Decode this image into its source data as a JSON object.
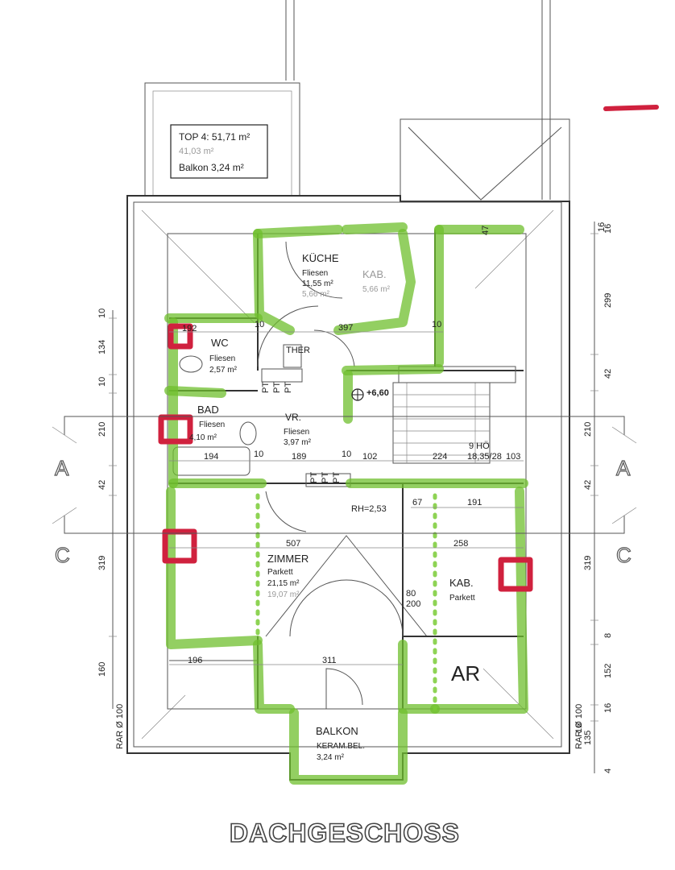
{
  "info_box": {
    "line1": "TOP 4: 51,71 m²",
    "line2": "41,03 m²",
    "line3": "Balkon 3,24 m²"
  },
  "rooms": {
    "kueche": {
      "name": "KÜCHE",
      "floor": "Fliesen",
      "area": "11,55 m²",
      "area2": "5,66 m²"
    },
    "kab_top": {
      "name": "KAB.",
      "area": "5,66 m²"
    },
    "wc": {
      "name": "WC",
      "floor": "Fliesen",
      "area": "2,57 m²"
    },
    "bad": {
      "name": "BAD",
      "floor": "Fliesen",
      "area": "4,10 m²"
    },
    "vr": {
      "name": "VR.",
      "floor": "Fliesen",
      "area": "3,97 m²"
    },
    "zimmer": {
      "name": "ZIMMER",
      "floor": "Parkett",
      "area": "21,15 m²",
      "area2": "19,07 m²"
    },
    "kab_right": {
      "name": "KAB.",
      "floor": "Parkett"
    },
    "balkon": {
      "name": "BALKON",
      "floor": "KERAM.BEL.",
      "area": "3,24 m²"
    },
    "ar": {
      "name": "AR"
    }
  },
  "annotations": {
    "level": "+6,60",
    "rh": "RH=2,53",
    "stair": "9 HÖ",
    "stair_dims": "18,35/28",
    "ther": "THER",
    "pt": "PT",
    "door_80": "80",
    "door_200": "200",
    "rar_left": "RAR Ø 100",
    "rar_right": "RAR Ø 100"
  },
  "dims": {
    "d192": "192",
    "d397": "397",
    "d10a": "10",
    "d10b": "10",
    "d194": "194",
    "d10c": "10",
    "d189": "189",
    "d10d": "10",
    "d102": "102",
    "d224": "224",
    "d103": "103",
    "d67": "67",
    "d191": "191",
    "d507": "507",
    "d258": "258",
    "d196": "196",
    "d311": "311",
    "d16top": "16",
    "d47": "47",
    "d16bottom": "16",
    "d4": "4"
  },
  "left_dims": [
    "10",
    "134",
    "10",
    "210",
    "42",
    "319",
    "160"
  ],
  "right_dims": [
    "16",
    "299",
    "42",
    "210",
    "42",
    "319",
    "8",
    "152",
    "16",
    "135"
  ],
  "section_marks": {
    "a_left": "A",
    "a_right": "A",
    "c_left": "C",
    "c_right": "C"
  },
  "title": "DACHGESCHOSS"
}
